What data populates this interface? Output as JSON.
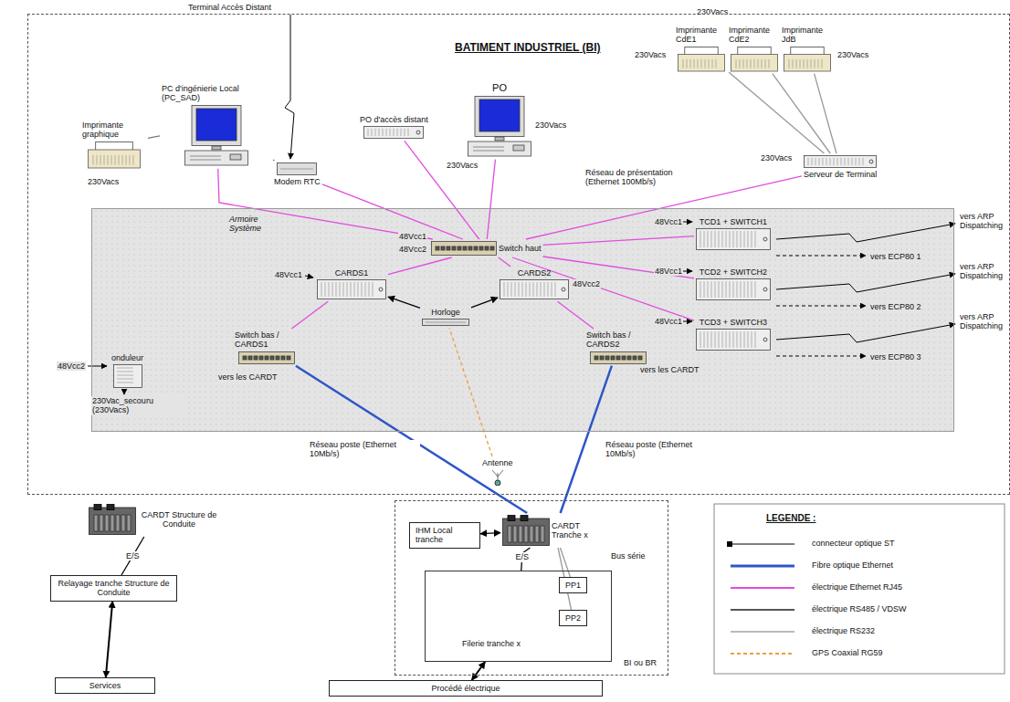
{
  "diagram": {
    "nodes": [
      {
        "text": [
          "BATIMENT INDUSTRIEL (BI)"
        ]
      },
      {
        "text": [
          "PC d'ingénierie Local (PC_SAD)"
        ],
        "in": 0
      },
      {
        "text": [
          "Imprimante graphique"
        ],
        "in": 0
      },
      {
        "text": [
          "Modem RTC"
        ],
        "in": 0
      },
      {
        "text": [
          "PO"
        ],
        "in": 0
      },
      {
        "text": [
          "PO d'accès distant"
        ],
        "in": 0
      },
      {
        "text": [
          "Imprimante CdE1"
        ],
        "in": 0
      },
      {
        "text": [
          "Imprimante CdE2"
        ],
        "in": 0
      },
      {
        "text": [
          "Imprimante JdB"
        ],
        "in": 0
      },
      {
        "text": [
          "Serveur de Terminal"
        ],
        "in": 0
      },
      {
        "text": [
          "Armoire Système"
        ],
        "in": 0
      },
      {
        "text": [
          "Switch haut"
        ],
        "in": 10
      },
      {
        "text": [
          "TCD1 + SWITCH1"
        ],
        "in": 10
      },
      {
        "text": [
          "TCD2 + SWITCH2"
        ],
        "in": 10
      },
      {
        "text": [
          "TCD3 + SWITCH3"
        ],
        "in": 10
      },
      {
        "text": [
          "CARDS1"
        ],
        "in": 10
      },
      {
        "text": [
          "CARDS2"
        ],
        "in": 10
      },
      {
        "text": [
          "Horloge"
        ],
        "in": 10
      },
      {
        "text": [
          "Switch bas / CARDS1"
        ],
        "in": 10
      },
      {
        "text": [
          "Switch bas / CARDS2"
        ],
        "in": 10
      },
      {
        "text": [
          "onduleur"
        ],
        "in": 10
      },
      {
        "text": [
          "Antenne"
        ],
        "in": 0
      },
      {
        "text": [
          "CARDT Structure de Conduite"
        ]
      },
      {
        "text": [
          "Relayage tranche Structure de Conduite"
        ]
      },
      {
        "text": [
          "Services"
        ]
      },
      {
        "text": [
          "BI ou BR"
        ]
      },
      {
        "text": [
          "IHM Local tranche"
        ],
        "in": 25
      },
      {
        "text": [
          "CARDT Tranche x"
        ],
        "in": 25
      },
      {
        "text": [
          "Filerie tranche x"
        ],
        "in": 25
      },
      {
        "text": [
          "PP1"
        ],
        "in": 28
      },
      {
        "text": [
          "PP2"
        ],
        "in": 28
      },
      {
        "text": [
          "Procédé électrique"
        ]
      }
    ],
    "edges": [
      {
        "from": 1,
        "to": 2,
        "arrow": "none"
      },
      {
        "from": 1,
        "to": 3,
        "arrow": "none"
      },
      {
        "from": 1,
        "to": 11,
        "arrow": "none"
      },
      {
        "from": 3,
        "to": 11,
        "arrow": "none"
      },
      {
        "from": 5,
        "to": 11,
        "arrow": "none"
      },
      {
        "from": 4,
        "to": 11,
        "arrow": "none"
      },
      {
        "from": 9,
        "to": 11,
        "arrow": "none",
        "label": "Réseau de présentation (Ethernet 100Mb/s)"
      },
      {
        "from": 6,
        "to": 9,
        "arrow": "none"
      },
      {
        "from": 7,
        "to": 9,
        "arrow": "none"
      },
      {
        "from": 8,
        "to": 9,
        "arrow": "none"
      },
      {
        "from": 11,
        "to": 12,
        "arrow": "none"
      },
      {
        "from": 11,
        "to": 13,
        "arrow": "none"
      },
      {
        "from": 11,
        "to": 14,
        "arrow": "none"
      },
      {
        "from": 11,
        "to": 15,
        "arrow": "none"
      },
      {
        "from": 11,
        "to": 16,
        "arrow": "none"
      },
      {
        "from": 15,
        "to": 18,
        "arrow": "none"
      },
      {
        "from": 16,
        "to": 19,
        "arrow": "none"
      },
      {
        "from": 17,
        "to": 15,
        "arrow": "to"
      },
      {
        "from": 17,
        "to": 16,
        "arrow": "to"
      },
      {
        "from": 21,
        "to": 17,
        "arrow": "none"
      },
      {
        "from": 18,
        "to": 27,
        "arrow": "none",
        "label": "Réseau poste (Ethernet 10Mb/s)"
      },
      {
        "from": 19,
        "to": 27,
        "arrow": "none",
        "label": "Réseau poste (Ethernet 10Mb/s)"
      },
      {
        "from": 22,
        "to": 23,
        "arrow": "none",
        "label": "E/S"
      },
      {
        "from": 23,
        "to": 24,
        "arrow": "both"
      },
      {
        "from": 26,
        "to": 27,
        "arrow": "both"
      },
      {
        "from": 27,
        "to": 28,
        "arrow": "none",
        "label": "E/S"
      },
      {
        "from": 27,
        "to": 29,
        "arrow": "none"
      },
      {
        "from": 27,
        "to": 30,
        "arrow": "none"
      },
      {
        "from": 28,
        "to": 31,
        "arrow": "both"
      }
    ],
    "labels": [
      "Terminal Accès Distant",
      "230Vacs",
      "230Vacs",
      "230Vacs",
      "230Vacs",
      "230Vacs",
      "230Vacs",
      "230Vacs",
      "48Vcc1",
      "48Vcc2",
      "48Vcc1",
      "vers ARP Dispatching",
      "vers ECP80 1",
      "48Vcc1",
      "vers ARP Dispatching",
      "vers ECP80 2",
      "48Vcc1",
      "vers ARP Dispatching",
      "vers ECP80 3",
      "48Vcc1",
      "48Vcc2",
      "vers les CARDT",
      "vers les CARDT",
      "48Vcc2",
      "230Vac_secouru (230Vacs)",
      "Bus série",
      "LEGENDE :"
    ],
    "legend": [
      {
        "text": "connecteur optique ST"
      },
      {
        "text": "Fibre optique Ethernet"
      },
      {
        "text": "électrique Ethernet RJ45"
      },
      {
        "text": "électrique RS485 / VDSW"
      },
      {
        "text": "électrique RS232"
      },
      {
        "text": "GPS Coaxial RG59"
      }
    ]
  }
}
